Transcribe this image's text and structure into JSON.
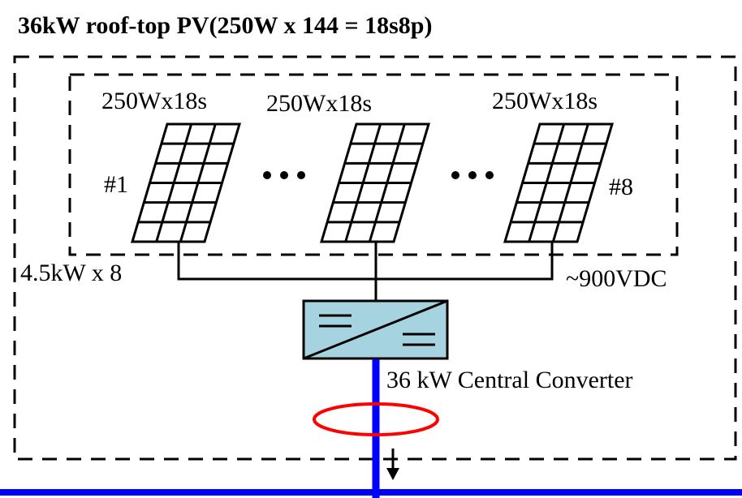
{
  "title": "36kW roof-top PV(250W x 144 = 18s8p)",
  "strings": [
    {
      "label": "250Wx18s",
      "id": "#1"
    },
    {
      "label": "250Wx18s",
      "id": ""
    },
    {
      "label": "250Wx18s",
      "id": "#8"
    }
  ],
  "ellipsis_glyph": "•••",
  "string_power_label": "4.5kW x 8",
  "dc_voltage_label": "~900VDC",
  "converter_label": "36 kW Central Converter",
  "colors": {
    "converter_fill": "#a5d3e0",
    "ac_bus": "#0000ff",
    "measurement_ring": "#ff0000",
    "line": "#000000"
  }
}
